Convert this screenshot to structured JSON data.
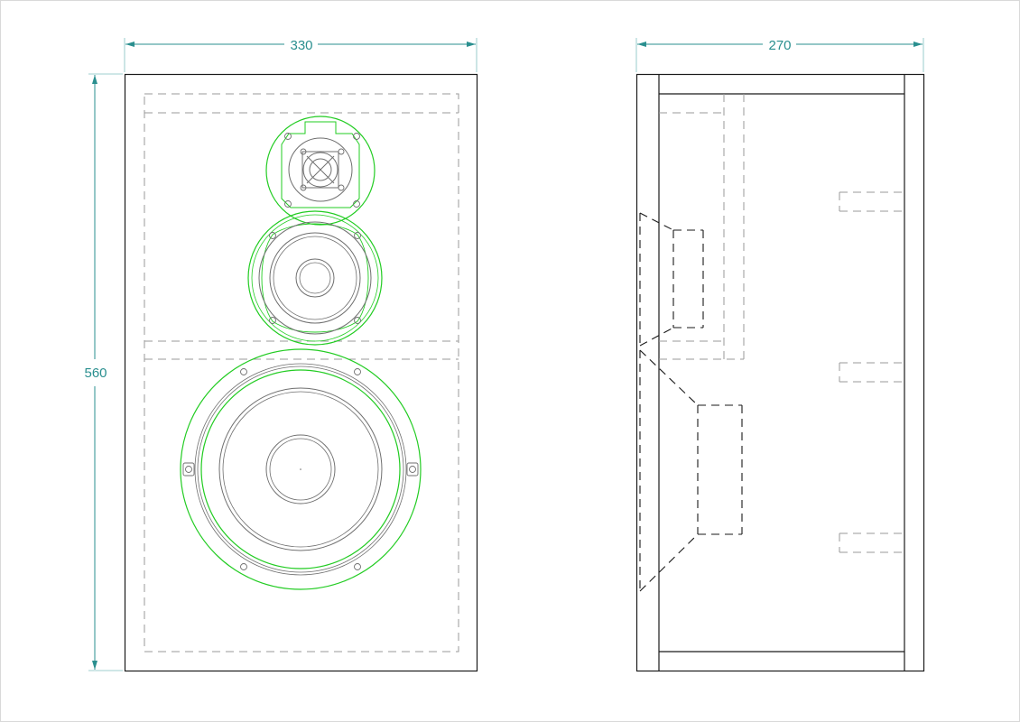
{
  "drawing": {
    "front_view": {
      "width_dimension": "330",
      "height_dimension": "560"
    },
    "side_view": {
      "depth_dimension": "270"
    }
  },
  "colors": {
    "outline": "#1a1a1a",
    "hidden": "#9a9a9a",
    "driver": "#22cc22",
    "detail": "#6f6f6f",
    "dimension": "#2a8f8f",
    "background": "#ffffff"
  },
  "icons": {
    "arrowhead": "dimension-arrowhead"
  }
}
